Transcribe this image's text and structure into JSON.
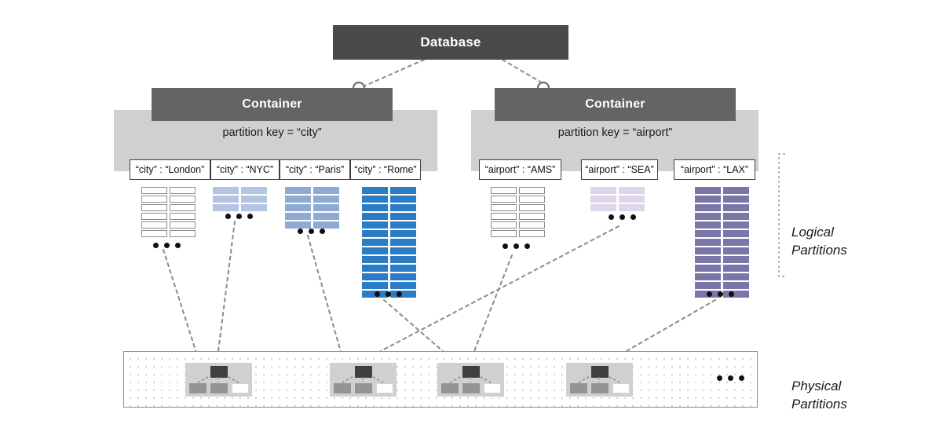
{
  "diagram": {
    "title_node": "Database",
    "side_labels": {
      "logical": "Logical\nPartitions",
      "physical": "Physical\nPartitions"
    },
    "ellipsis": "•••",
    "colors": {
      "dark_node": "#4a4a4a",
      "container_node": "#646464",
      "band": "#d0d0d0",
      "rome_blue": "#2b7cc4",
      "paris_blue": "#8faad4",
      "nyc_blue": "#b4c5e4",
      "lax_purple": "#7a77a8",
      "sea_purple": "#ded7ea",
      "empty_white": "#ffffff",
      "connector": "#8f8f8f"
    },
    "containers": [
      {
        "name": "container-city",
        "label": "Container",
        "partition_key_caption": "partition key = “city”",
        "logical_partitions": [
          {
            "key_label": "“city” : “London”",
            "rows": 6,
            "fill": "#ffffff",
            "trailing_ellipsis": true
          },
          {
            "key_label": "“city” : “NYC”",
            "rows": 3,
            "fill": "#b4c5e4",
            "trailing_ellipsis": true
          },
          {
            "key_label": "“city” : “Paris”",
            "rows": 5,
            "fill": "#8faad4",
            "trailing_ellipsis": true
          },
          {
            "key_label": "“city” : “Rome”",
            "rows": 13,
            "fill": "#2b7cc4",
            "trailing_ellipsis": true
          }
        ]
      },
      {
        "name": "container-airport",
        "label": "Container",
        "partition_key_caption": "partition key = “airport”",
        "logical_partitions": [
          {
            "key_label": "“airport” : “AMS”",
            "rows": 6,
            "fill": "#ffffff",
            "trailing_ellipsis": true
          },
          {
            "key_label": "“airport” : “SEA”",
            "rows": 3,
            "fill": "#ded7ea",
            "trailing_ellipsis": true
          },
          {
            "key_label": "“airport” : “LAX”",
            "rows": 13,
            "fill": "#7a77a8",
            "trailing_ellipsis": true
          }
        ]
      }
    ],
    "physical_partitions": {
      "groups": 4,
      "children_per_group": 3,
      "trailing_ellipsis": true
    }
  }
}
